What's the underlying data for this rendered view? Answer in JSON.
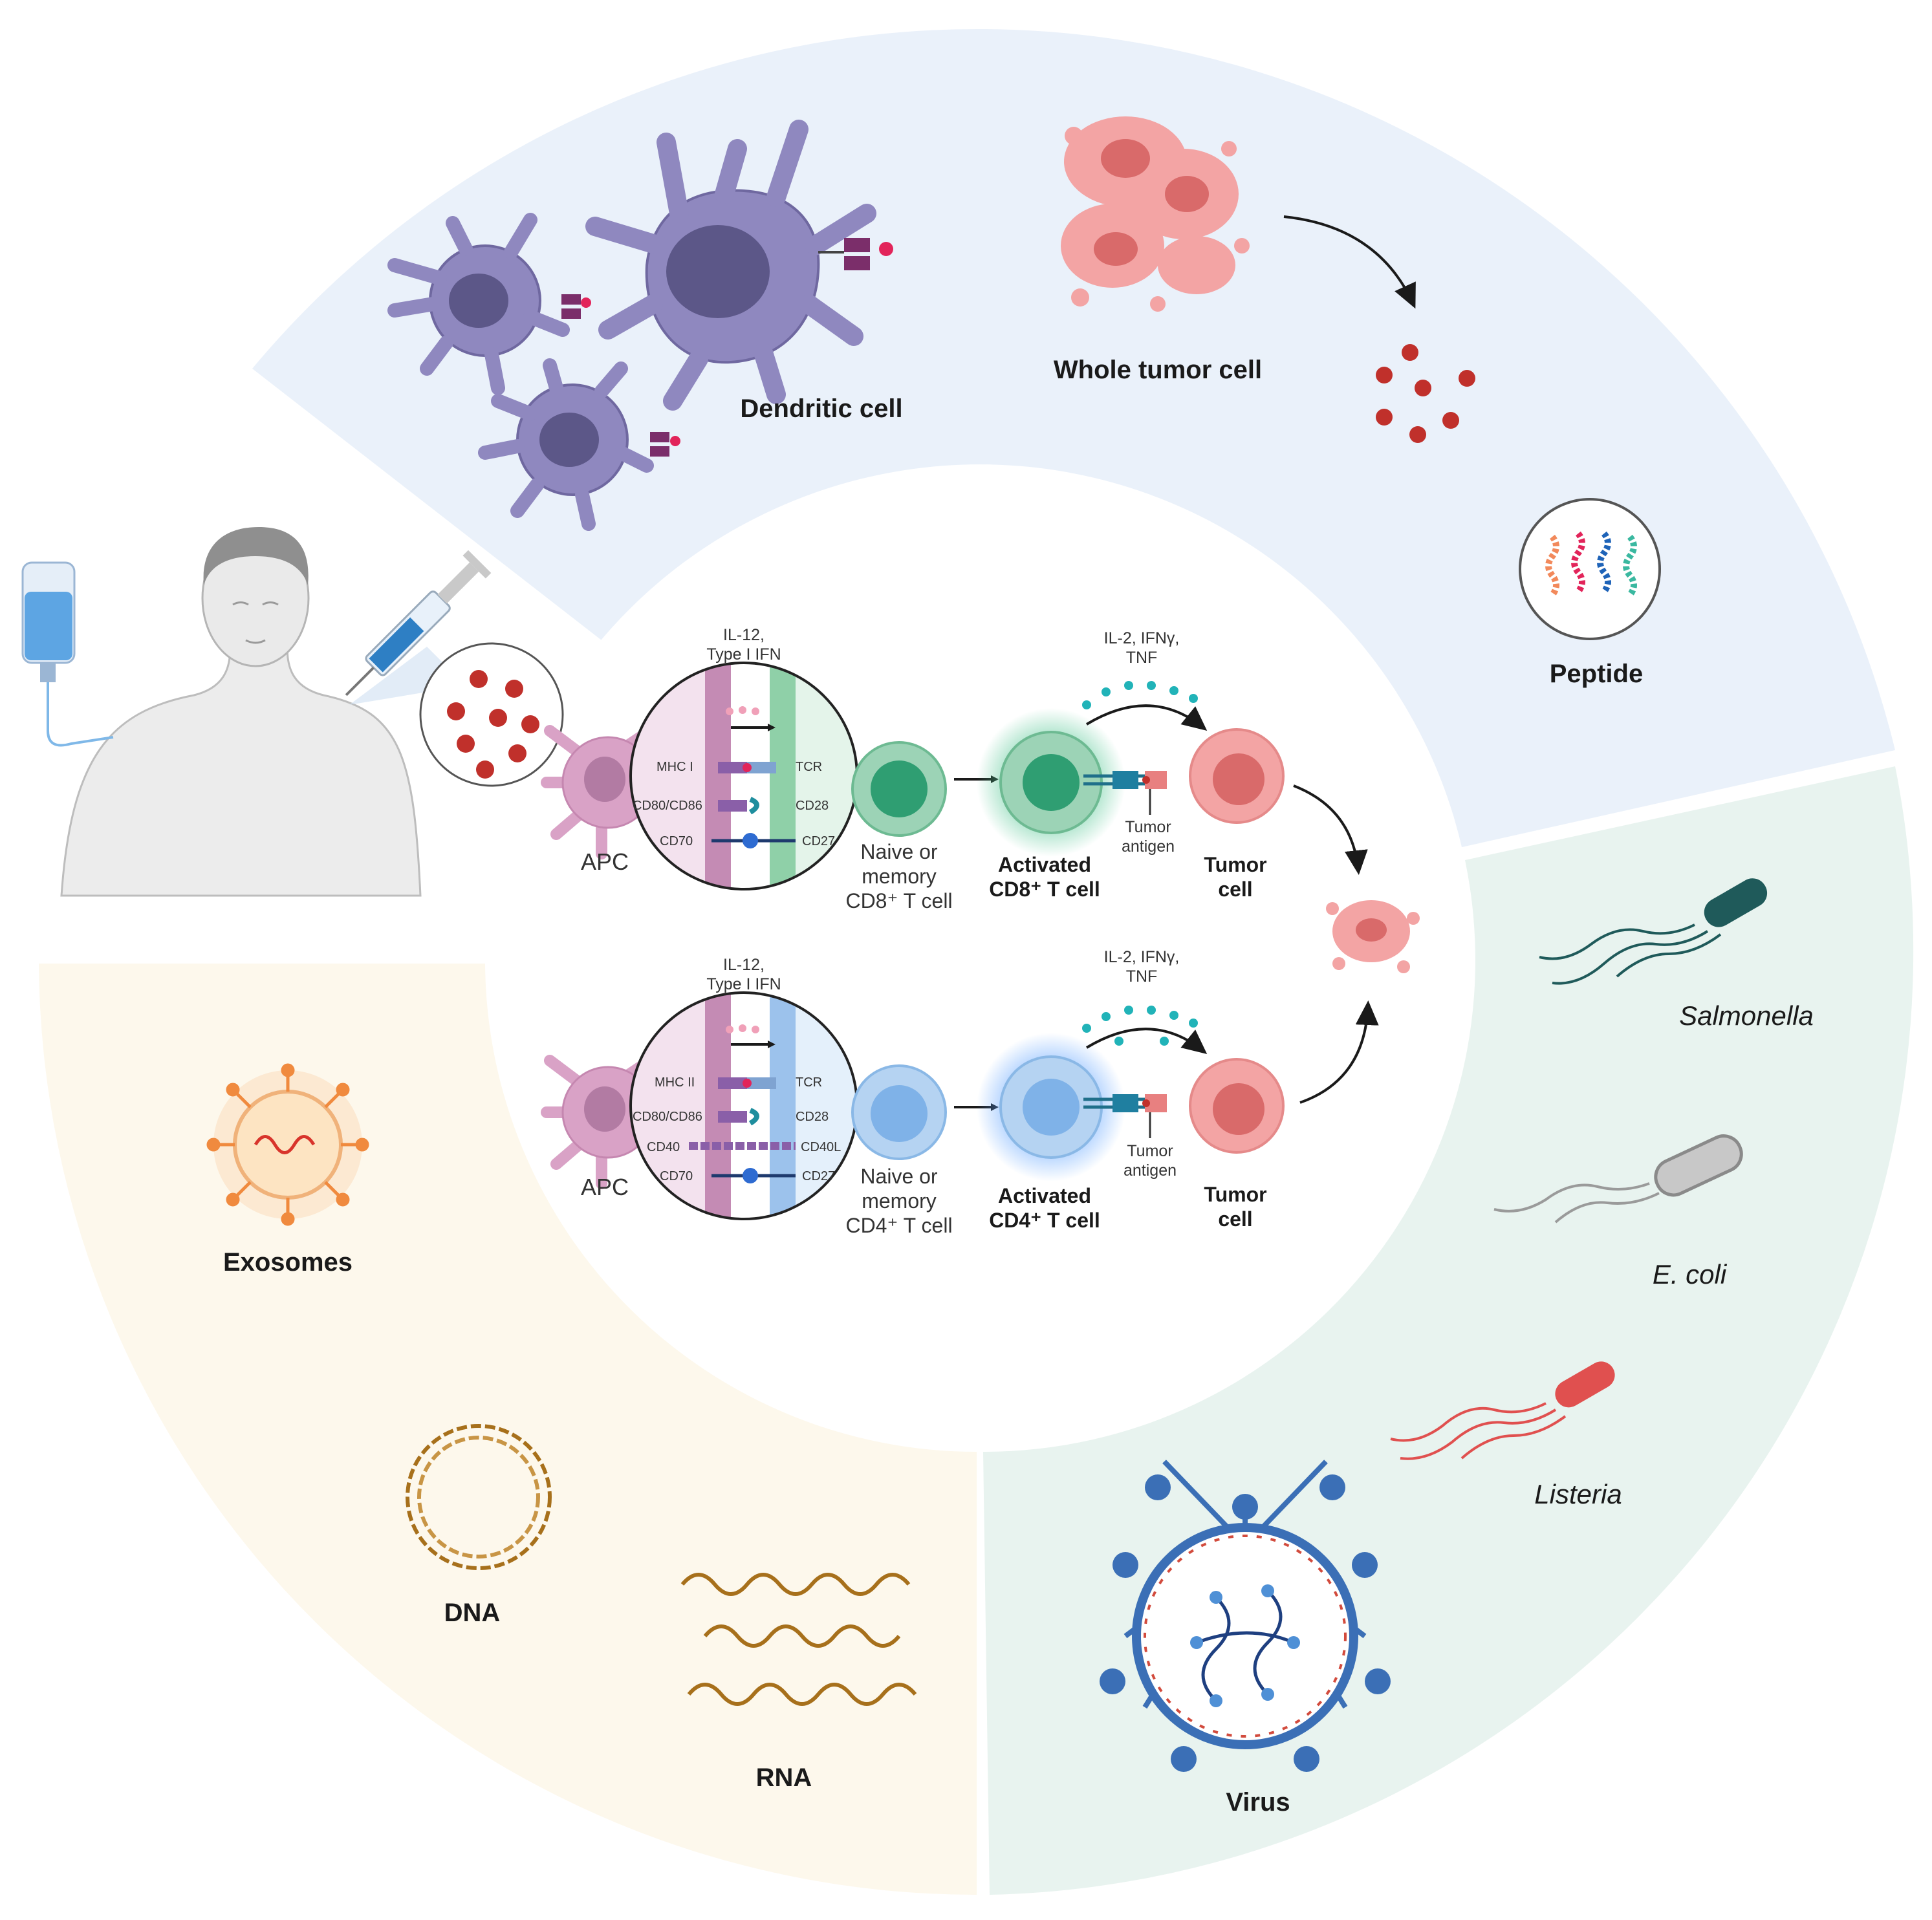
{
  "colors": {
    "sector_blue": "#eaf1fa",
    "sector_green": "#e8f3ef",
    "sector_yellow": "#fdf8ec",
    "dendritic": "#8f88bf",
    "dendritic_nucleus": "#5c5788",
    "tumor": "#f3a4a4",
    "tumor_dark": "#d96a6a",
    "peptide_dot": "#c0302b",
    "cd8": "#2f9e72",
    "cd4": "#7fb2e8",
    "apc": "#d9a2c6",
    "virus": "#3b6fb6",
    "dna": "#a7701b",
    "salmonella": "#1f5a5a",
    "ecoli": "#9a9a9a",
    "listeria": "#e0504f"
  },
  "labels": {
    "dendritic_cell": "Dendritic cell",
    "whole_tumor_cell": "Whole tumor cell",
    "peptide": "Peptide",
    "exosomes": "Exosomes",
    "dna": "DNA",
    "rna": "RNA",
    "virus": "Virus",
    "salmonella": "Salmonella",
    "ecoli": "E. coli",
    "listeria": "Listeria"
  },
  "cd8_pathway": {
    "cytokines_in_1": "IL-12,",
    "cytokines_in_2": "Type I IFN",
    "apc": "APC",
    "mhc": "MHC I",
    "cd80": "CD80/CD86",
    "cd70": "CD70",
    "tcr": "TCR",
    "cd28": "CD28",
    "cd27": "CD27",
    "naive_1": "Naive or",
    "naive_2": "memory",
    "naive_3": "CD8⁺ T cell",
    "cytokines_out_1": "IL-2, IFNγ,",
    "cytokines_out_2": "TNF",
    "activated_1": "Activated",
    "activated_2": "CD8⁺ T cell",
    "antigen_1": "Tumor",
    "antigen_2": "antigen",
    "tumor_1": "Tumor",
    "tumor_2": "cell"
  },
  "cd4_pathway": {
    "cytokines_in_1": "IL-12,",
    "cytokines_in_2": "Type I IFN",
    "apc": "APC",
    "mhc": "MHC II",
    "cd80": "CD80/CD86",
    "cd40": "CD40",
    "cd70": "CD70",
    "tcr": "TCR",
    "cd28": "CD28",
    "cd40l": "CD40L",
    "cd27": "CD27",
    "naive_1": "Naive or",
    "naive_2": "memory",
    "naive_3": "CD4⁺ T cell",
    "cytokines_out_1": "IL-2, IFNγ,",
    "cytokines_out_2": "TNF",
    "activated_1": "Activated",
    "activated_2": "CD4⁺ T cell",
    "antigen_1": "Tumor",
    "antigen_2": "antigen",
    "tumor_1": "Tumor",
    "tumor_2": "cell"
  }
}
